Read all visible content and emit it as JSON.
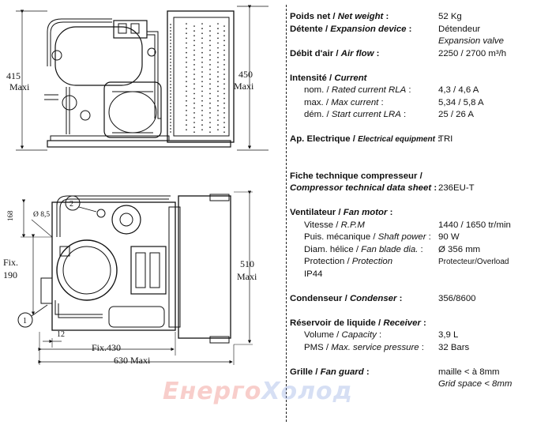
{
  "drawing": {
    "top_left_dim": [
      "415",
      "Maxi"
    ],
    "top_right_dim": [
      "450",
      "Maxi"
    ],
    "d168": "168",
    "hole": "Ø 8,5",
    "callout_2": "2",
    "callout_1": "1",
    "fix190": [
      "Fix.",
      "190"
    ],
    "right_dim": [
      "510",
      "Maxi"
    ],
    "d12": "12",
    "fix430": "Fix.430",
    "bottom_dim": "630 Maxi"
  },
  "specs": {
    "weight": {
      "fr": "Poids net / ",
      "en": "Net weight",
      "colon": " :",
      "value": "52 Kg"
    },
    "expansion": {
      "fr": "Détente / ",
      "en": "Expansion device",
      "colon": " :",
      "value": "Détendeur",
      "value2": "Expansion valve"
    },
    "airflow": {
      "fr": "Débit d'air / ",
      "en": "Air flow",
      "colon": " :",
      "value": "2250 / 2700 m³/h"
    },
    "current": {
      "fr": "Intensité / ",
      "en": "Current",
      "rows": [
        {
          "fr": "nom. / ",
          "en": "Rated current RLA",
          "colon": " :",
          "value": "4,3 / 4,6 A"
        },
        {
          "fr": "max. / ",
          "en": "Max current",
          "colon": "  :",
          "value": "5,34 / 5,8 A"
        },
        {
          "fr": "dém. / ",
          "en": "Start current LRA",
          "colon": " :",
          "value": "25 / 26 A"
        }
      ]
    },
    "electric": {
      "fr": "Ap. Electrique / ",
      "en": "Electrical equipment",
      "colon": " :",
      "value": "TRI"
    },
    "datasheet": {
      "fr": "Fiche technique compresseur /",
      "en": "Compressor technical data sheet",
      "colon": " :",
      "value": "236EU-T"
    },
    "fan": {
      "fr": "Ventilateur / ",
      "en": "Fan motor",
      "colon": " :",
      "rows": [
        {
          "fr": "Vitesse / ",
          "en": "R.P.M",
          "colon": "",
          "value": "1440 / 1650 tr/min"
        },
        {
          "fr": "Puis. mécanique / ",
          "en": "Shaft power",
          "colon": " :",
          "value": "90 W"
        },
        {
          "fr": "Diam. hélice / ",
          "en": "Fan blade dia.",
          "colon": " :",
          "value": "Ø 356 mm"
        },
        {
          "fr": "Protection / ",
          "en": "Protection",
          "colon": "",
          "value": "Protecteur/Overload"
        }
      ],
      "ip": "IP44"
    },
    "condenser": {
      "fr": "Condenseur / ",
      "en": "Condenser",
      "colon": " :",
      "value": "356/8600"
    },
    "receiver": {
      "fr": "Réservoir de liquide / ",
      "en": "Receiver",
      "colon": " :",
      "rows": [
        {
          "fr": "Volume / ",
          "en": "Capacity",
          "colon": " :",
          "value": "3,9 L"
        },
        {
          "fr": "PMS / ",
          "en": "Max. service pressure",
          "colon": " :",
          "value": "32 Bars"
        }
      ]
    },
    "guard": {
      "fr": "Grille / ",
      "en": "Fan guard",
      "colon": " :",
      "value": "maille < à 8mm",
      "value2": "Grid space < 8mm"
    }
  },
  "watermark": {
    "part1": "Енерго",
    "part2": "Холод"
  }
}
